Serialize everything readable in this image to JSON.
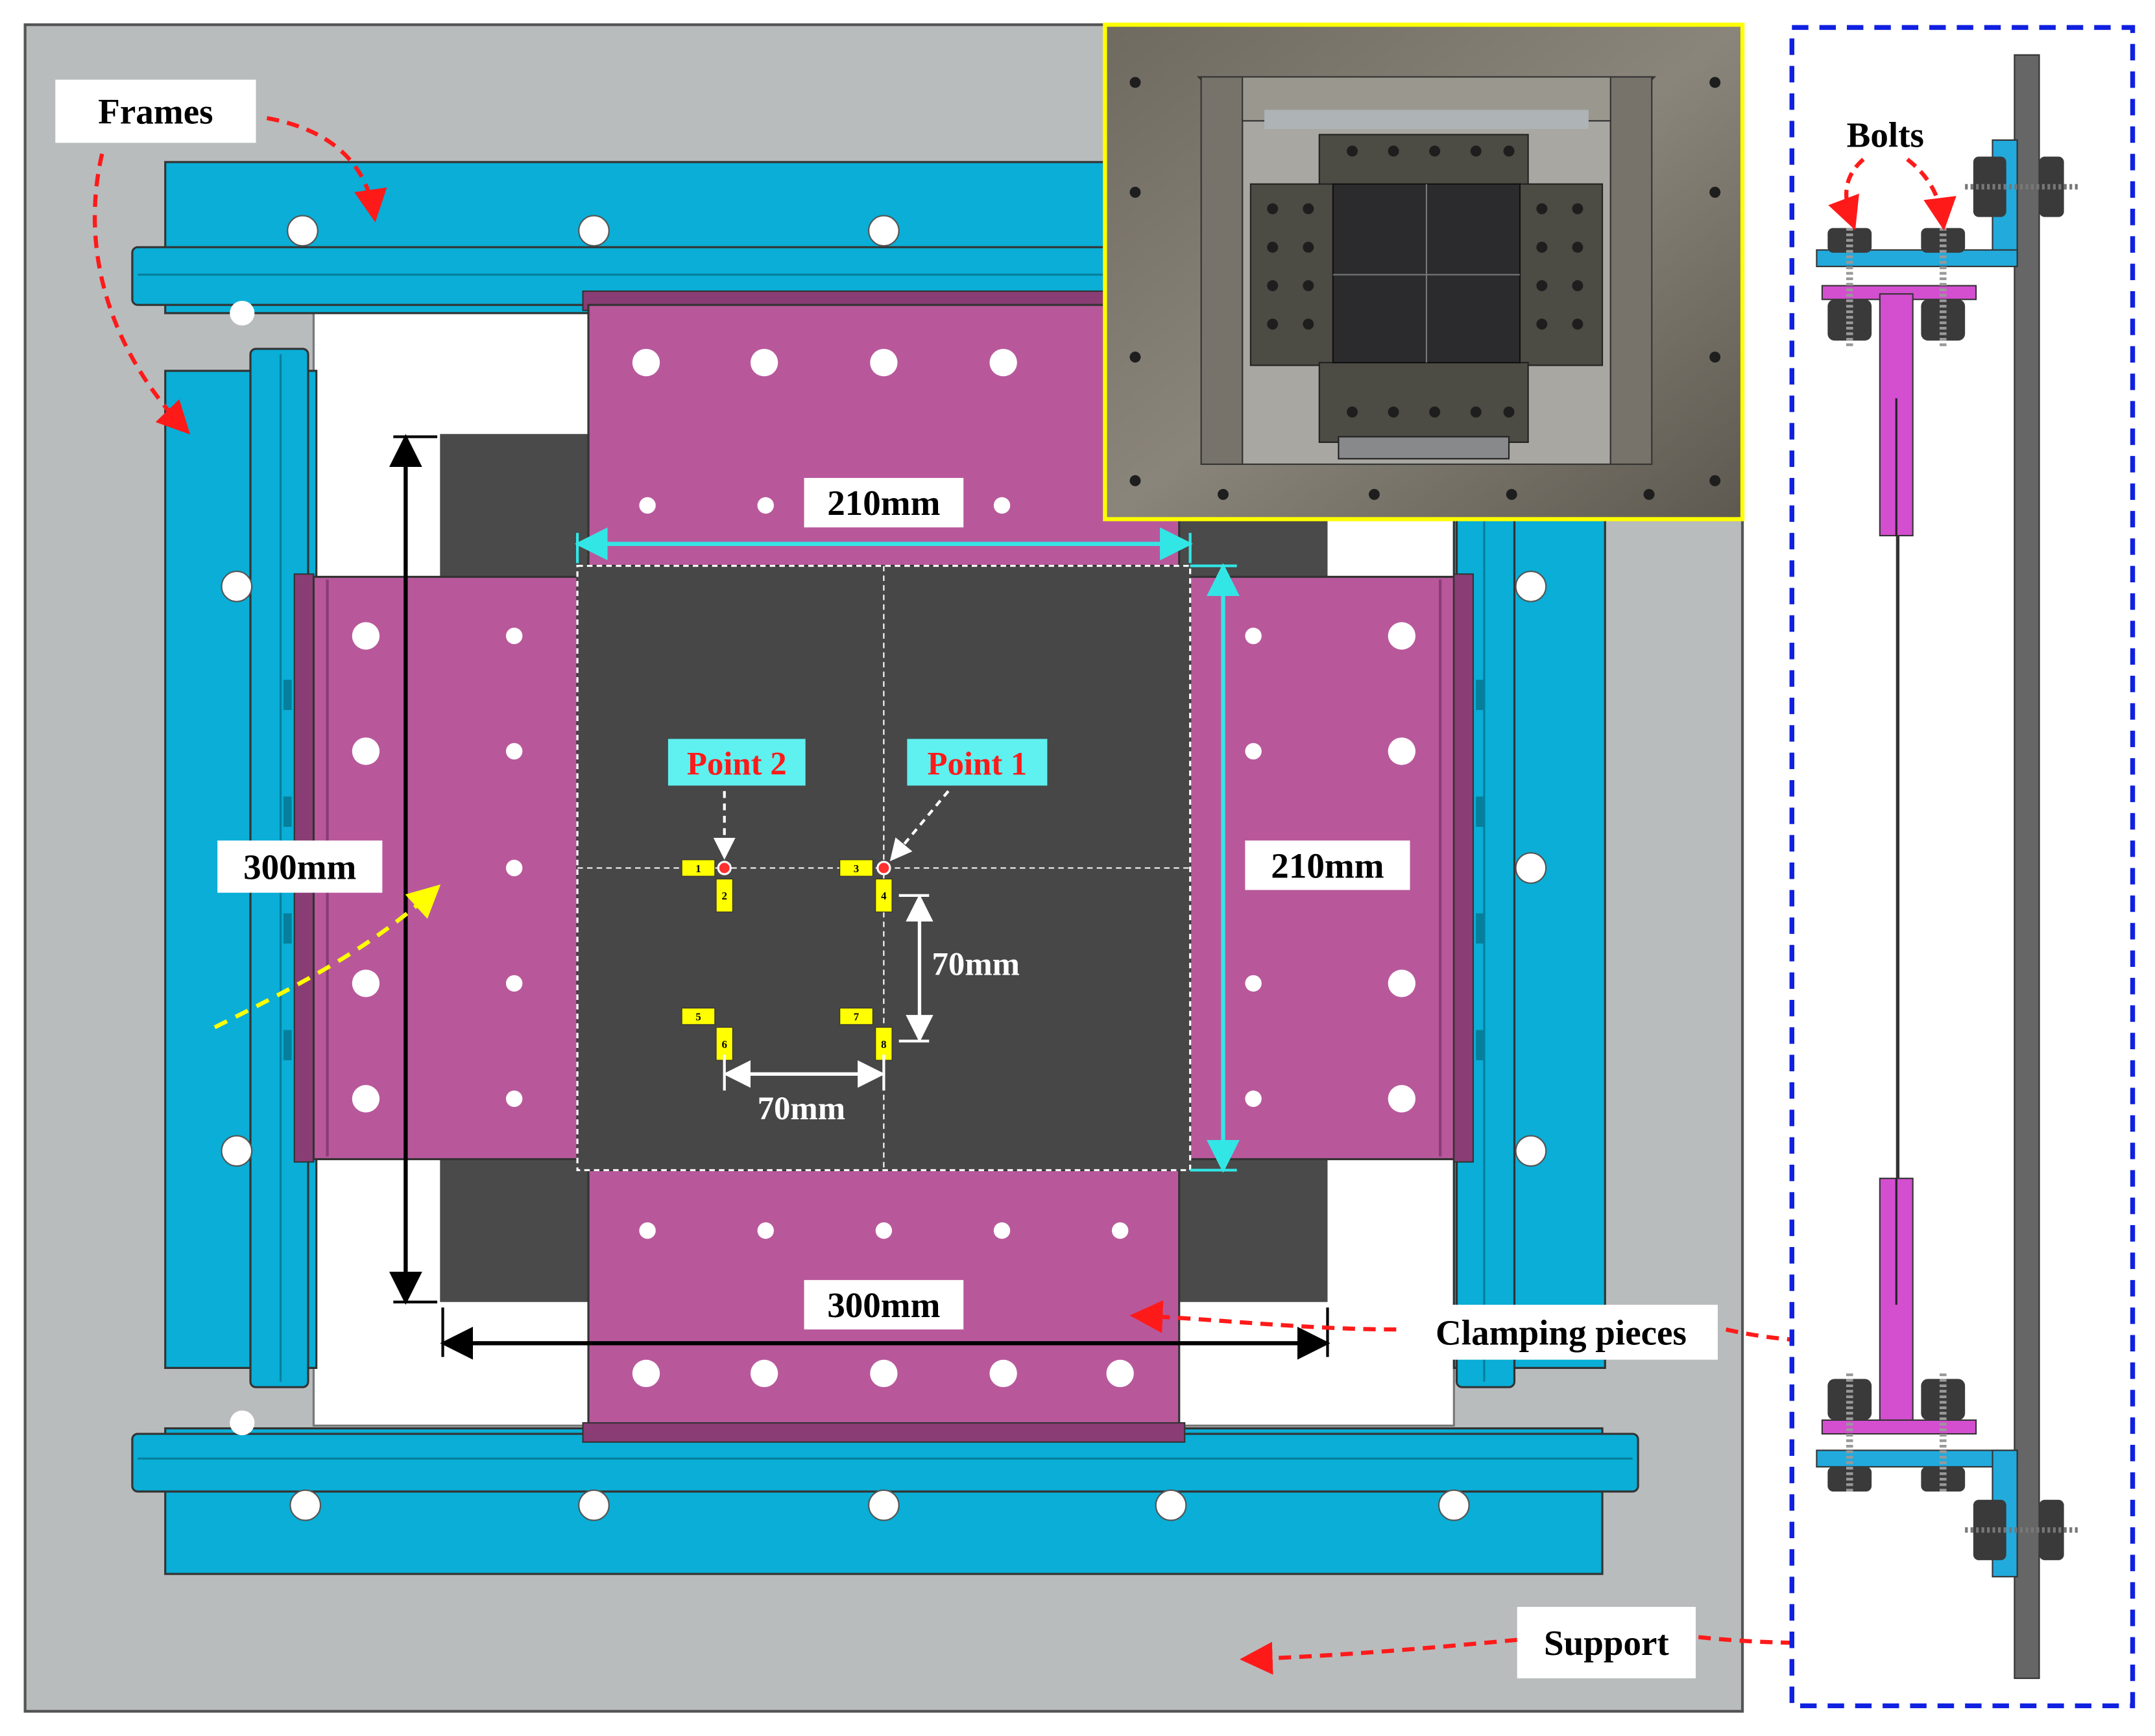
{
  "colors": {
    "background": "#ffffff",
    "support_plate": "#b9bcbd",
    "frame": "#0aaed6",
    "frame_dark": "#067f9c",
    "clamp": "#b8589b",
    "clamp_dark": "#8a3d75",
    "specimen": "#474747",
    "specimen_outer": "#4a4a4a",
    "gauge": "#ffff00",
    "dimension_cyan": "#33e6e6",
    "arrow_red": "#ff1a1a",
    "arrow_yellow": "#ffff00",
    "side_border": "#1020e0",
    "photo_border": "#ffff00",
    "side_clamp": "#d34fd0",
    "side_frame": "#22aadd",
    "bolt": "#3a3a3a",
    "support_rod": "#666666"
  },
  "labels": {
    "frames": "Frames",
    "bolts": "Bolts",
    "clamping_pieces": "Clamping pieces",
    "support": "Support",
    "point1": "Point 1",
    "point2": "Point 2"
  },
  "dimensions": {
    "top_width": "210mm",
    "right_height": "210mm",
    "left_height": "300mm",
    "bottom_width": "300mm",
    "gauge_vertical": "70mm",
    "gauge_horizontal": "70mm"
  },
  "gauges": [
    "1",
    "2",
    "3",
    "4",
    "5",
    "6",
    "7",
    "8"
  ],
  "icons": {
    "photo": "test-rig-photo",
    "bolt": "bolt-icon"
  }
}
